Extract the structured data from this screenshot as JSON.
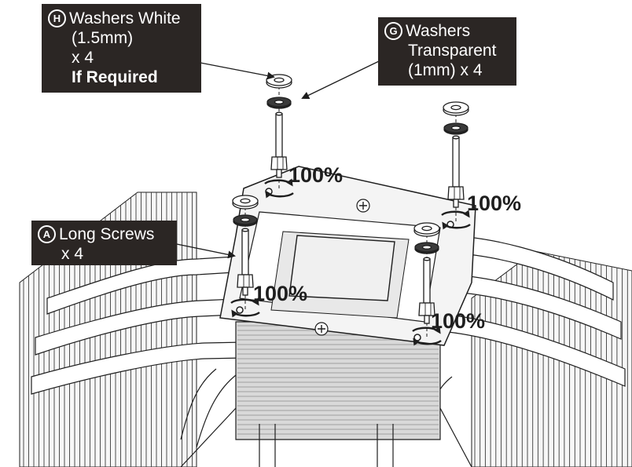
{
  "labels": {
    "washers_white": {
      "badge": "H",
      "line1": "Washers White",
      "line2": "(1.5mm)",
      "line3": "x 4",
      "line4": "If Required"
    },
    "washers_transparent": {
      "badge": "G",
      "line1": "Washers",
      "line2": "Transparent",
      "line3": "(1mm) x 4"
    },
    "long_screws": {
      "badge": "A",
      "line1": "Long Screws",
      "line2": "x 4"
    }
  },
  "torque_labels": [
    "100%",
    "100%",
    "100%",
    "100%"
  ],
  "colors": {
    "label_bg": "#2b2624",
    "label_text": "#ffffff",
    "line_art": "#1e1e1e",
    "plate_fill": "#f4f4f4",
    "fin_fill": "#f7f7f7"
  },
  "icons": [
    "clockwise-arrow-icon",
    "screw-icon",
    "washer-icon",
    "phillips-screw-icon"
  ]
}
